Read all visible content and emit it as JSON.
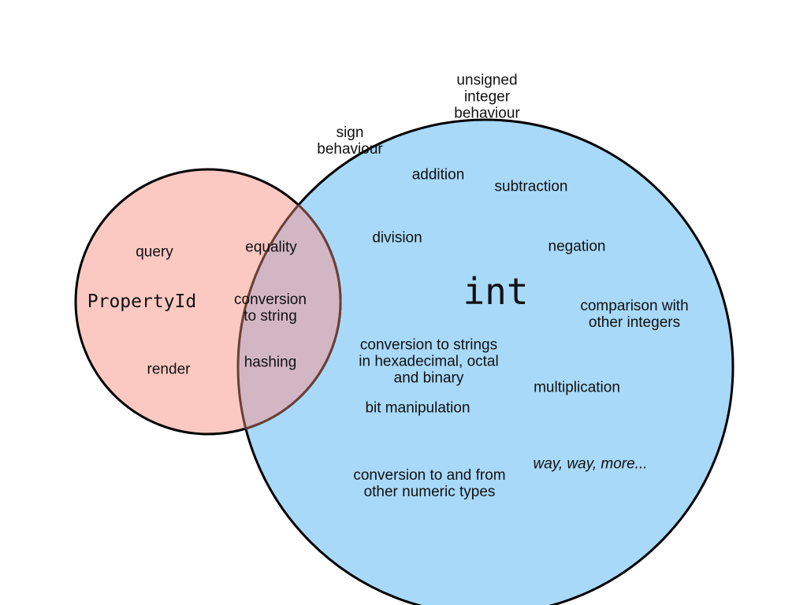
{
  "colors": {
    "property_fill": "#fbc9c2",
    "int_fill": "#a8d9f9",
    "overlap_fill": "#d3b6c4",
    "stroke": "#000000",
    "overlap_stroke": "#6a3f36",
    "text": "#111111"
  },
  "sets": {
    "property": {
      "name": "PropertyId"
    },
    "int": {
      "name": "int"
    }
  },
  "regions": {
    "property_only": [
      "query",
      "render"
    ],
    "shared": [
      "equality",
      "conversion\nto string",
      "hashing"
    ],
    "int_only": [
      "unsigned\ninteger\nbehaviour",
      "sign\nbehaviour",
      "addition",
      "subtraction",
      "division",
      "negation",
      "comparison with\nother integers",
      "conversion to strings\nin hexadecimal, octal\nand binary",
      "multiplication",
      "bit manipulation",
      "way, way, more...",
      "conversion to and from\nother numeric types"
    ]
  }
}
